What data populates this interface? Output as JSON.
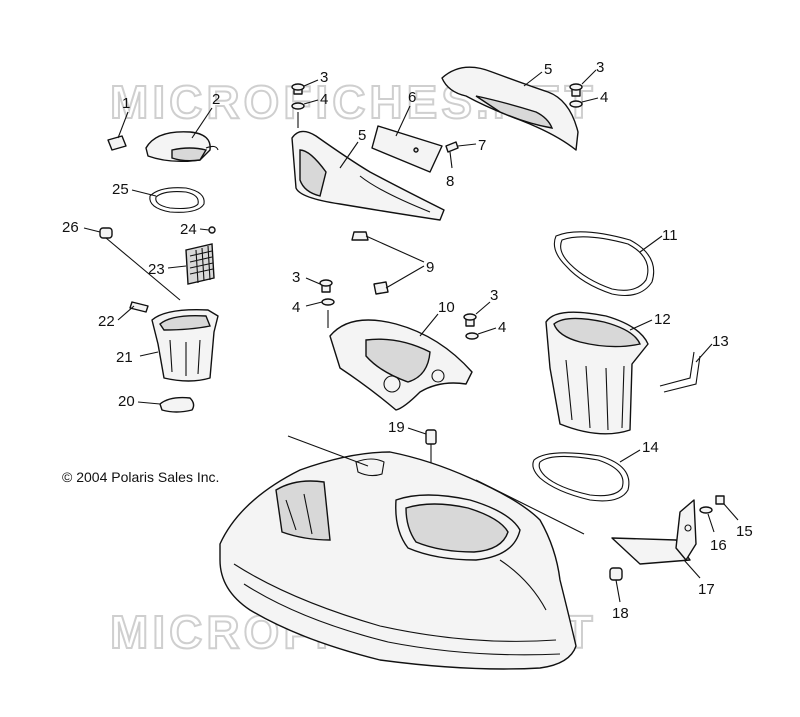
{
  "copyright": "© 2004 Polaris Sales Inc.",
  "watermark": "MICROFICHES.NET",
  "callouts": [
    "1",
    "2",
    "3",
    "4",
    "5",
    "6",
    "7",
    "8",
    "9",
    "10",
    "11",
    "12",
    "13",
    "14",
    "15",
    "16",
    "17",
    "18",
    "19",
    "20",
    "21",
    "22",
    "23",
    "24",
    "25",
    "26"
  ],
  "part_labels": [
    {
      "id": "1",
      "text": "1"
    },
    {
      "id": "2",
      "text": "2"
    },
    {
      "id": "3a",
      "text": "3"
    },
    {
      "id": "4a",
      "text": "4"
    },
    {
      "id": "5a",
      "text": "5"
    },
    {
      "id": "3b",
      "text": "3"
    },
    {
      "id": "4b",
      "text": "4"
    },
    {
      "id": "6",
      "text": "6"
    },
    {
      "id": "5b",
      "text": "5"
    },
    {
      "id": "7",
      "text": "7"
    },
    {
      "id": "8",
      "text": "8"
    },
    {
      "id": "25",
      "text": "25"
    },
    {
      "id": "26",
      "text": "26"
    },
    {
      "id": "24",
      "text": "24"
    },
    {
      "id": "23",
      "text": "23"
    },
    {
      "id": "9",
      "text": "9"
    },
    {
      "id": "11",
      "text": "11"
    },
    {
      "id": "3c",
      "text": "3"
    },
    {
      "id": "4c",
      "text": "4"
    },
    {
      "id": "10",
      "text": "10"
    },
    {
      "id": "3d",
      "text": "3"
    },
    {
      "id": "4d",
      "text": "4"
    },
    {
      "id": "22",
      "text": "22"
    },
    {
      "id": "12",
      "text": "12"
    },
    {
      "id": "13",
      "text": "13"
    },
    {
      "id": "21",
      "text": "21"
    },
    {
      "id": "20",
      "text": "20"
    },
    {
      "id": "19",
      "text": "19"
    },
    {
      "id": "14",
      "text": "14"
    },
    {
      "id": "15",
      "text": "15"
    },
    {
      "id": "16",
      "text": "16"
    },
    {
      "id": "17",
      "text": "17"
    },
    {
      "id": "18",
      "text": "18"
    }
  ]
}
